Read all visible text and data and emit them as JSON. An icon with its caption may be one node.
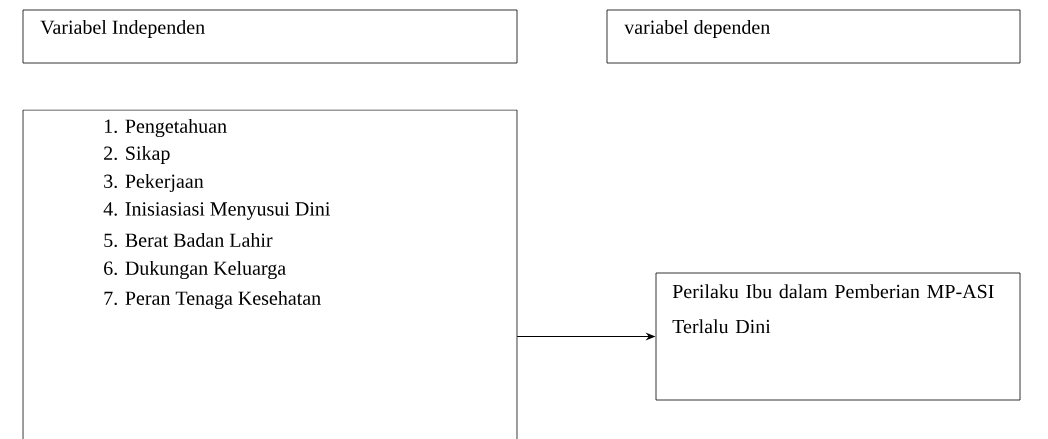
{
  "diagram": {
    "nodes": [
      {
        "text": [
          "Variabel Independen"
        ]
      },
      {
        "text": [
          "variabel dependen"
        ]
      },
      {
        "text": [
          "1. Pengetahuan",
          "2. Sikap",
          "3. Pekerjaan",
          "4. Inisiasiasi Menyusui Dini",
          "5. Berat Badan Lahir",
          "6. Dukungan Keluarga",
          "7. Peran Tenaga Kesehatan"
        ]
      },
      {
        "text": [
          "Perilaku Ibu dalam Pemberian MP-ASI Terlalu Dini"
        ]
      }
    ],
    "edges": [
      {
        "from": 2,
        "to": 3,
        "arrow": "to"
      }
    ]
  }
}
